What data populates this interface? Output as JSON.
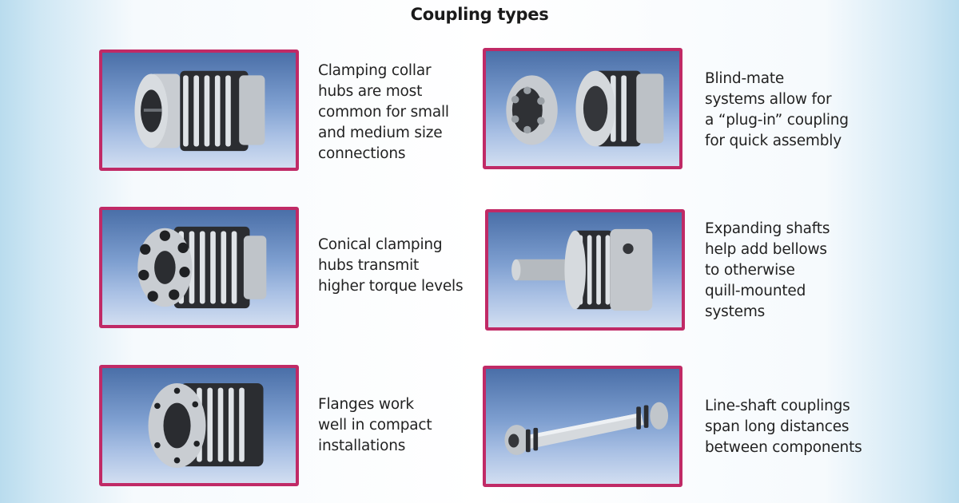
{
  "header": {
    "title": "Coupling types"
  },
  "items": [
    {
      "image_icon": "clamping-collar-coupling-icon",
      "text": "Clamping collar\nhubs are most\ncommon for small\nand medium size\nconnections"
    },
    {
      "image_icon": "blind-mate-coupling-icon",
      "text": "Blind-mate\nsystems allow for\na “plug-in” coupling\nfor quick assembly"
    },
    {
      "image_icon": "conical-clamping-coupling-icon",
      "text": "Conical clamping\nhubs transmit\nhigher torque levels"
    },
    {
      "image_icon": "expanding-shaft-coupling-icon",
      "text": "Expanding shafts\nhelp add bellows\nto otherwise\nquill-mounted\nsystems"
    },
    {
      "image_icon": "flange-coupling-icon",
      "text": "Flanges work\nwell in compact\ninstallations"
    },
    {
      "image_icon": "line-shaft-coupling-icon",
      "text": "Line-shaft couplings\nspan long distances\nbetween components"
    }
  ],
  "colors": {
    "frame": "#c02a66",
    "photo_bg": "#7e9fd0",
    "text": "#222222"
  }
}
